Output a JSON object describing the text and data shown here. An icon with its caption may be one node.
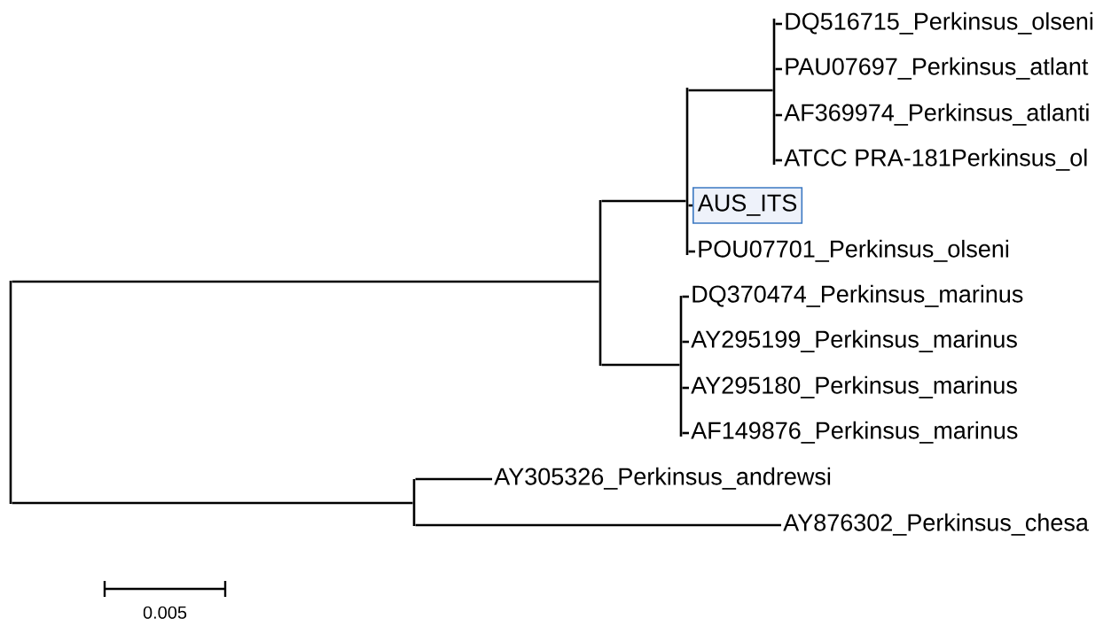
{
  "diagram": {
    "nodes": [
      {
        "text": [],
        "shape": "bar"
      },
      {
        "text": [],
        "shape": "bar"
      },
      {
        "text": [],
        "shape": "bar"
      },
      {
        "text": [],
        "shape": "bar"
      },
      {
        "text": [
          "DQ516715_Perkinsus_olseni"
        ]
      },
      {
        "text": [
          "PAU07697_Perkinsus_atlant"
        ]
      },
      {
        "text": [
          "AF369974_Perkinsus_atlanti"
        ]
      },
      {
        "text": [
          "ATCC PRA-181Perkinsus_ol"
        ]
      },
      {
        "text": [
          "AUS_ITS"
        ]
      },
      {
        "text": [
          "POU07701_Perkinsus_olseni"
        ]
      },
      {
        "text": [],
        "shape": "bar"
      },
      {
        "text": [
          "DQ370474_Perkinsus_marinus"
        ]
      },
      {
        "text": [
          "AY295199_Perkinsus_marinus"
        ]
      },
      {
        "text": [
          "AY295180_Perkinsus_marinus"
        ]
      },
      {
        "text": [
          "AF149876_Perkinsus_marinus"
        ]
      },
      {
        "text": [],
        "shape": "bar"
      },
      {
        "text": [
          "AY305326_Perkinsus_andrewsi"
        ]
      },
      {
        "text": [
          "AY876302_Perkinsus_chesa"
        ]
      }
    ],
    "edges": [
      {
        "from": 0,
        "to": 1,
        "arrow": "none"
      },
      {
        "from": 1,
        "to": 2,
        "arrow": "none"
      },
      {
        "from": 2,
        "to": 3,
        "arrow": "none"
      },
      {
        "from": 3,
        "to": 4,
        "arrow": "none"
      },
      {
        "from": 3,
        "to": 5,
        "arrow": "none"
      },
      {
        "from": 3,
        "to": 6,
        "arrow": "none"
      },
      {
        "from": 3,
        "to": 7,
        "arrow": "none"
      },
      {
        "from": 2,
        "to": 8,
        "arrow": "none"
      },
      {
        "from": 2,
        "to": 9,
        "arrow": "none"
      },
      {
        "from": 1,
        "to": 10,
        "arrow": "none"
      },
      {
        "from": 10,
        "to": 11,
        "arrow": "none"
      },
      {
        "from": 10,
        "to": 12,
        "arrow": "none"
      },
      {
        "from": 10,
        "to": 13,
        "arrow": "none"
      },
      {
        "from": 10,
        "to": 14,
        "arrow": "none"
      },
      {
        "from": 0,
        "to": 15,
        "arrow": "none"
      },
      {
        "from": 15,
        "to": 16,
        "arrow": "none"
      },
      {
        "from": 15,
        "to": 17,
        "arrow": "none"
      }
    ],
    "labels": [
      "0.005"
    ]
  }
}
